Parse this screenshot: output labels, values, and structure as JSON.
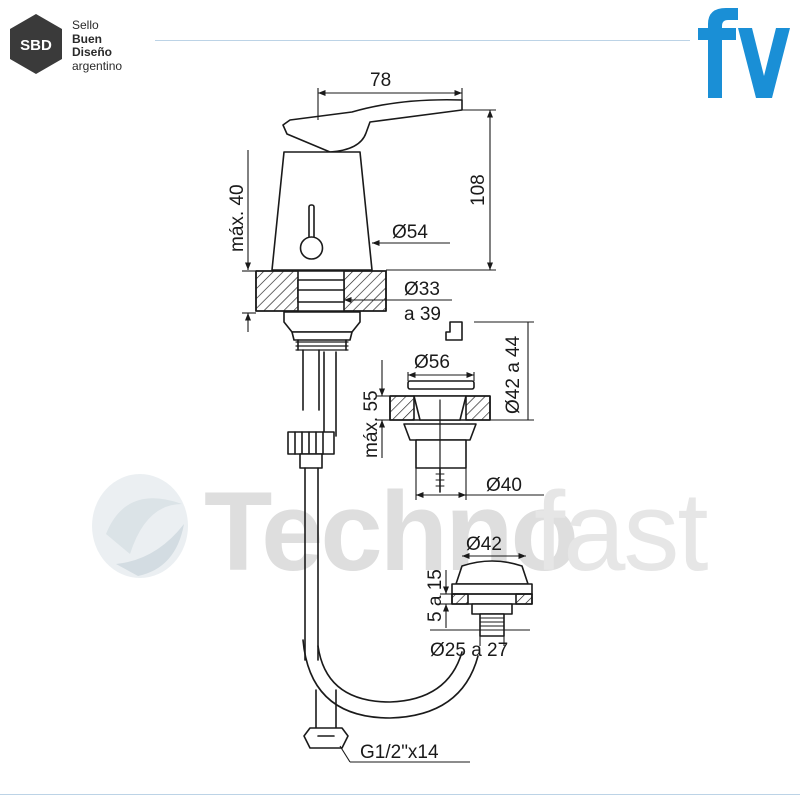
{
  "header": {
    "sbd_badge": "SBD",
    "sbd_lines": [
      "Sello",
      "Buen",
      "Diseño",
      "argentino"
    ],
    "brand_logo": "fv"
  },
  "watermark": {
    "word_dark": "Techno",
    "word_light": "fast"
  },
  "dimensions": {
    "width_total": "78",
    "height_total": "108",
    "max_40": "máx. 40",
    "body_diam": "Ø54",
    "hole_diam_a": "Ø33",
    "hole_diam_b": "a 39",
    "drain_range": "Ø42 a 44",
    "drain_flange": "Ø56",
    "max_55": "máx. 55",
    "drain_body": "Ø40",
    "valve_diam": "Ø42",
    "valve_range": "5 a 15",
    "valve_hole": "Ø25 a 27",
    "thread": "G1/2\"x14"
  },
  "colors": {
    "brand_blue": "#1a8fd6",
    "badge_dark": "#3a3a3a",
    "line": "#1a1a1a",
    "hatch": "#1a1a1a",
    "watermark": "#dedede",
    "rule": "#bcd3e6"
  }
}
